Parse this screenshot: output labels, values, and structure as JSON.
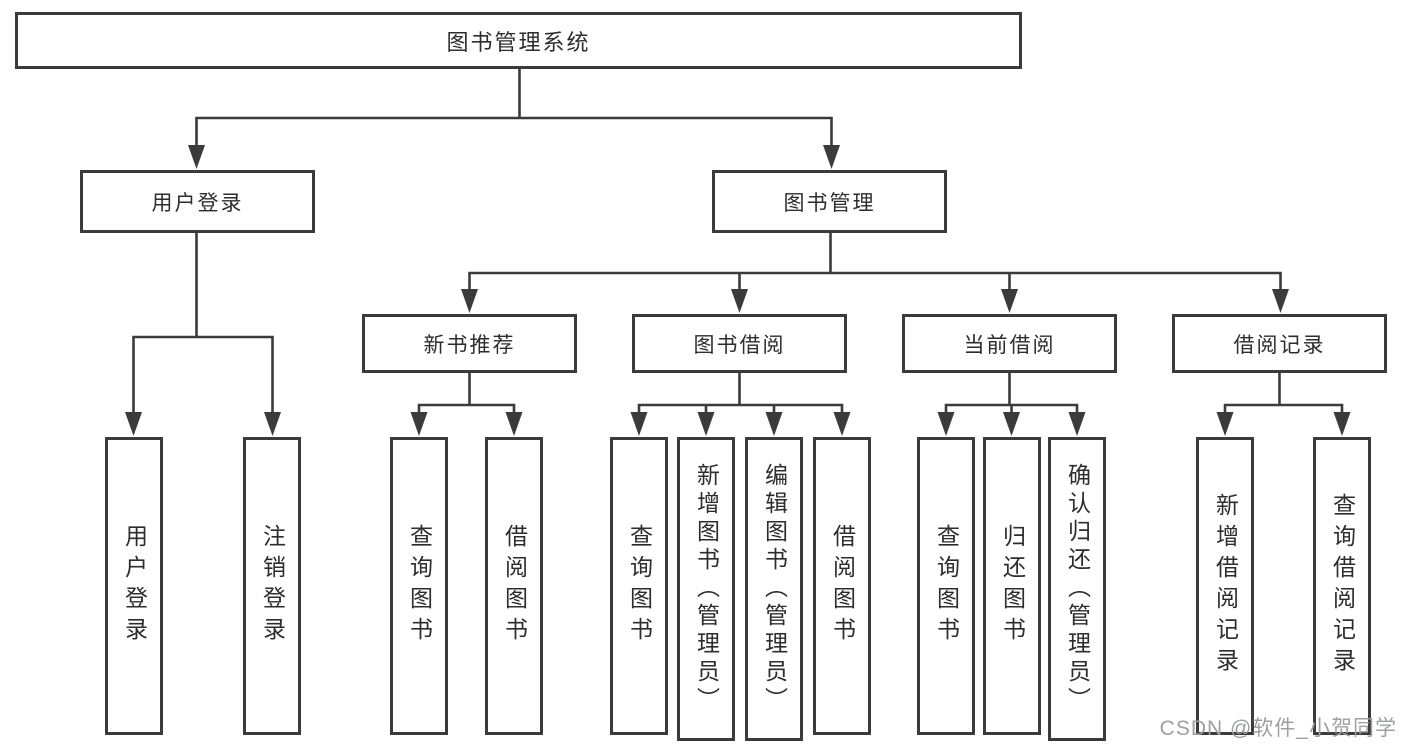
{
  "diagram": {
    "root": {
      "label": "图书管理系统"
    },
    "login": {
      "label": "用户登录",
      "children": [
        {
          "label": "用户登录"
        },
        {
          "label": "注销登录"
        }
      ]
    },
    "mgmt": {
      "label": "图书管理",
      "sections": [
        {
          "label": "新书推荐",
          "children": [
            {
              "label": "查询图书"
            },
            {
              "label": "借阅图书"
            }
          ]
        },
        {
          "label": "图书借阅",
          "children": [
            {
              "label": "查询图书"
            },
            {
              "label": "新增图书（管理员）"
            },
            {
              "label": "编辑图书（管理员）"
            },
            {
              "label": "借阅图书"
            }
          ]
        },
        {
          "label": "当前借阅",
          "children": [
            {
              "label": "查询图书"
            },
            {
              "label": "归还图书"
            },
            {
              "label": "确认归还（管理员）"
            }
          ]
        },
        {
          "label": "借阅记录",
          "children": [
            {
              "label": "新增借阅记录"
            },
            {
              "label": "查询借阅记录"
            }
          ]
        }
      ]
    }
  },
  "watermark": {
    "text": "CSDN @软件_小贺同学"
  },
  "colors": {
    "line": "#3b3b3b",
    "box_border": "#3b3b3b",
    "box_background": "#ffffff",
    "text": "#2d2d2d",
    "watermark": "#9d9fa2"
  }
}
